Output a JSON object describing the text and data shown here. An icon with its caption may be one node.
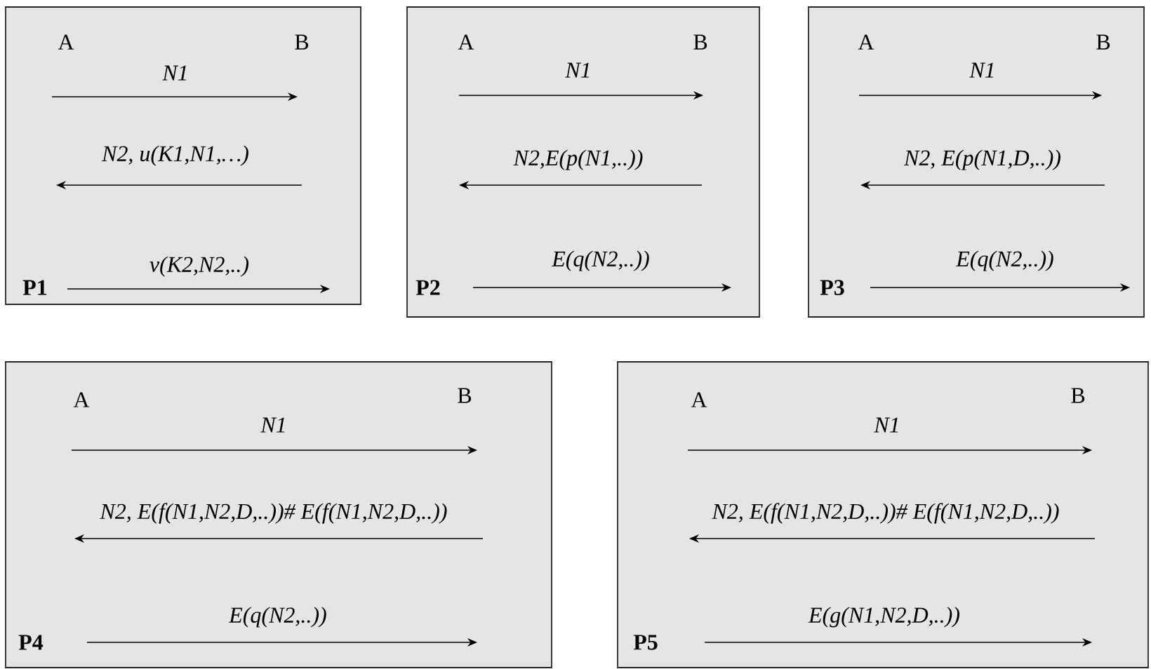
{
  "diagram": {
    "nodes": [
      {
        "text": [
          "A",
          "B",
          "N1",
          "N2, u(K1,N1,…)",
          "v(K2,N2,..)",
          "P1"
        ]
      },
      {
        "text": [
          "A",
          "B",
          "N1",
          "N2,E(p(N1,..))",
          "E(q(N2,..))",
          "P2"
        ]
      },
      {
        "text": [
          "A",
          "B",
          "N1",
          "N2, E(p(N1,D,..))",
          "E(q(N2,..))",
          "P3"
        ]
      },
      {
        "text": [
          "A",
          "B",
          "N1",
          "N2, E(f(N1,N2,D,..))# E(f(N1,N2,D,..))",
          "E(q(N2,..))",
          "P4"
        ]
      },
      {
        "text": [
          "A",
          "B",
          "N1",
          "N2, E(f(N1,N2,D,..))# E(f(N1,N2,D,..))",
          "E(g(N1,N2,D,..))",
          "P5"
        ]
      }
    ]
  }
}
